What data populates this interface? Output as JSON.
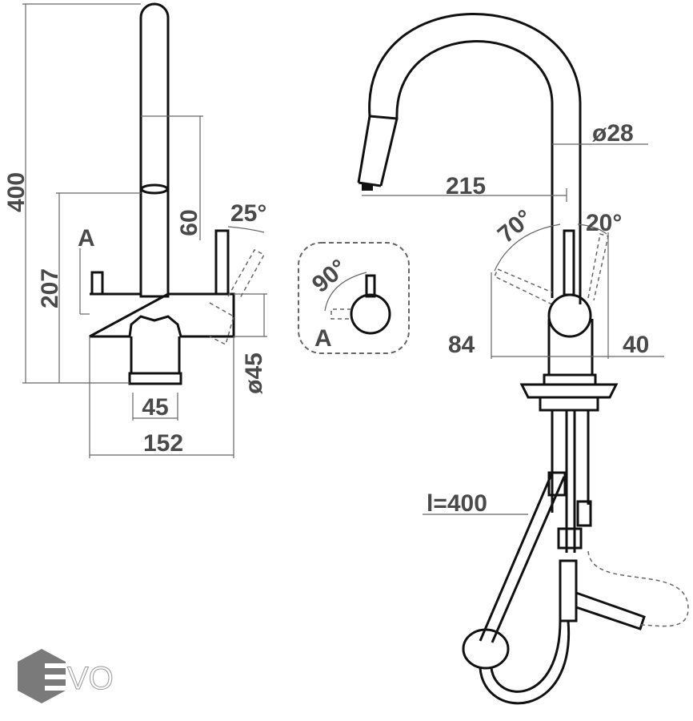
{
  "left_view": {
    "height_total": "400",
    "spout_offset": "60",
    "body_height": "207",
    "section_marker": "A",
    "lever_angle": "25°",
    "base_width": "45",
    "hole_diameter": "ø45",
    "overall_width": "152"
  },
  "detail_a": {
    "rotation_angle": "90°",
    "marker": "A"
  },
  "right_view": {
    "reach": "215",
    "tube_diameter": "ø28",
    "angle_left": "70°",
    "angle_right": "20°",
    "lever_left": "84",
    "lever_right": "40",
    "hose_length": "l=400"
  },
  "logo": {
    "text": "EVO",
    "hex_color": "#7a7a7a"
  }
}
